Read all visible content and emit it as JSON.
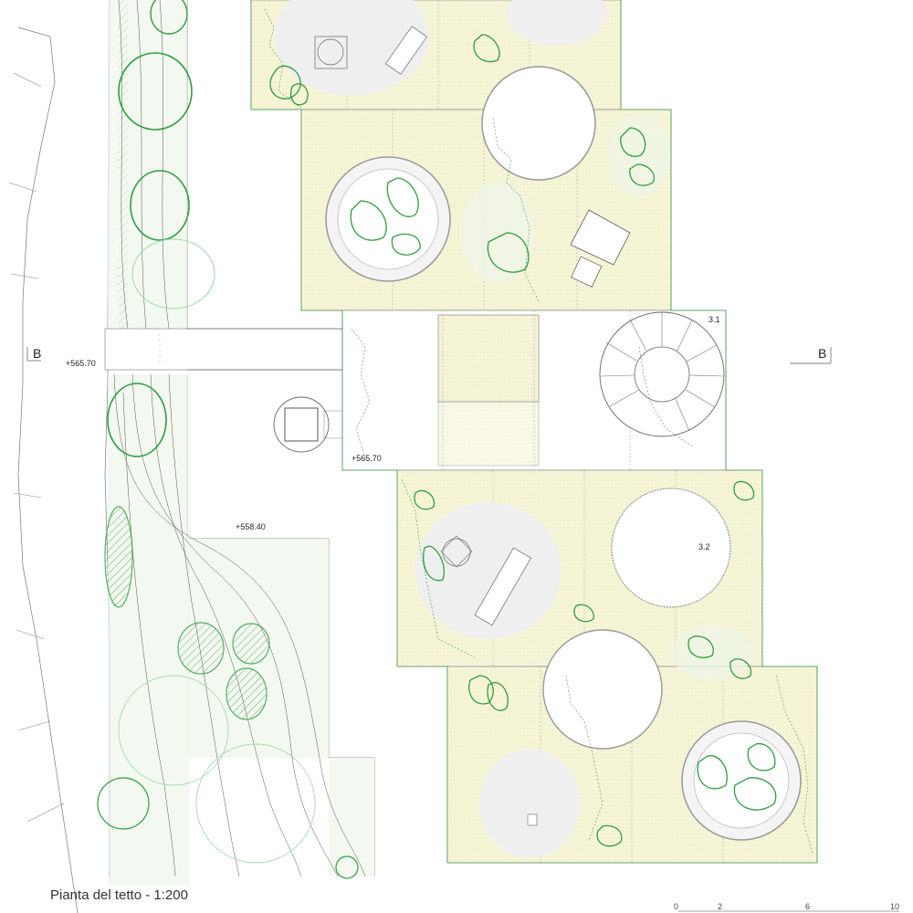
{
  "labels": {
    "section_left": "B",
    "section_right": "B",
    "elev_bridge": "+565.70",
    "elev_terrace": "+565.70",
    "elev_ground": "+558.40",
    "room_a": "3.1",
    "room_b": "3.2"
  },
  "caption": "Pianta del tetto - 1:200",
  "scale_bar": [
    "0",
    "2",
    "6",
    "10"
  ],
  "colors": {
    "roof_fill": "#f6f4d4",
    "tree_green": "#2e9e3e",
    "tree_light": "#8fcf94",
    "line_grey": "#8a8a8a",
    "courtyard": "#efefef"
  }
}
